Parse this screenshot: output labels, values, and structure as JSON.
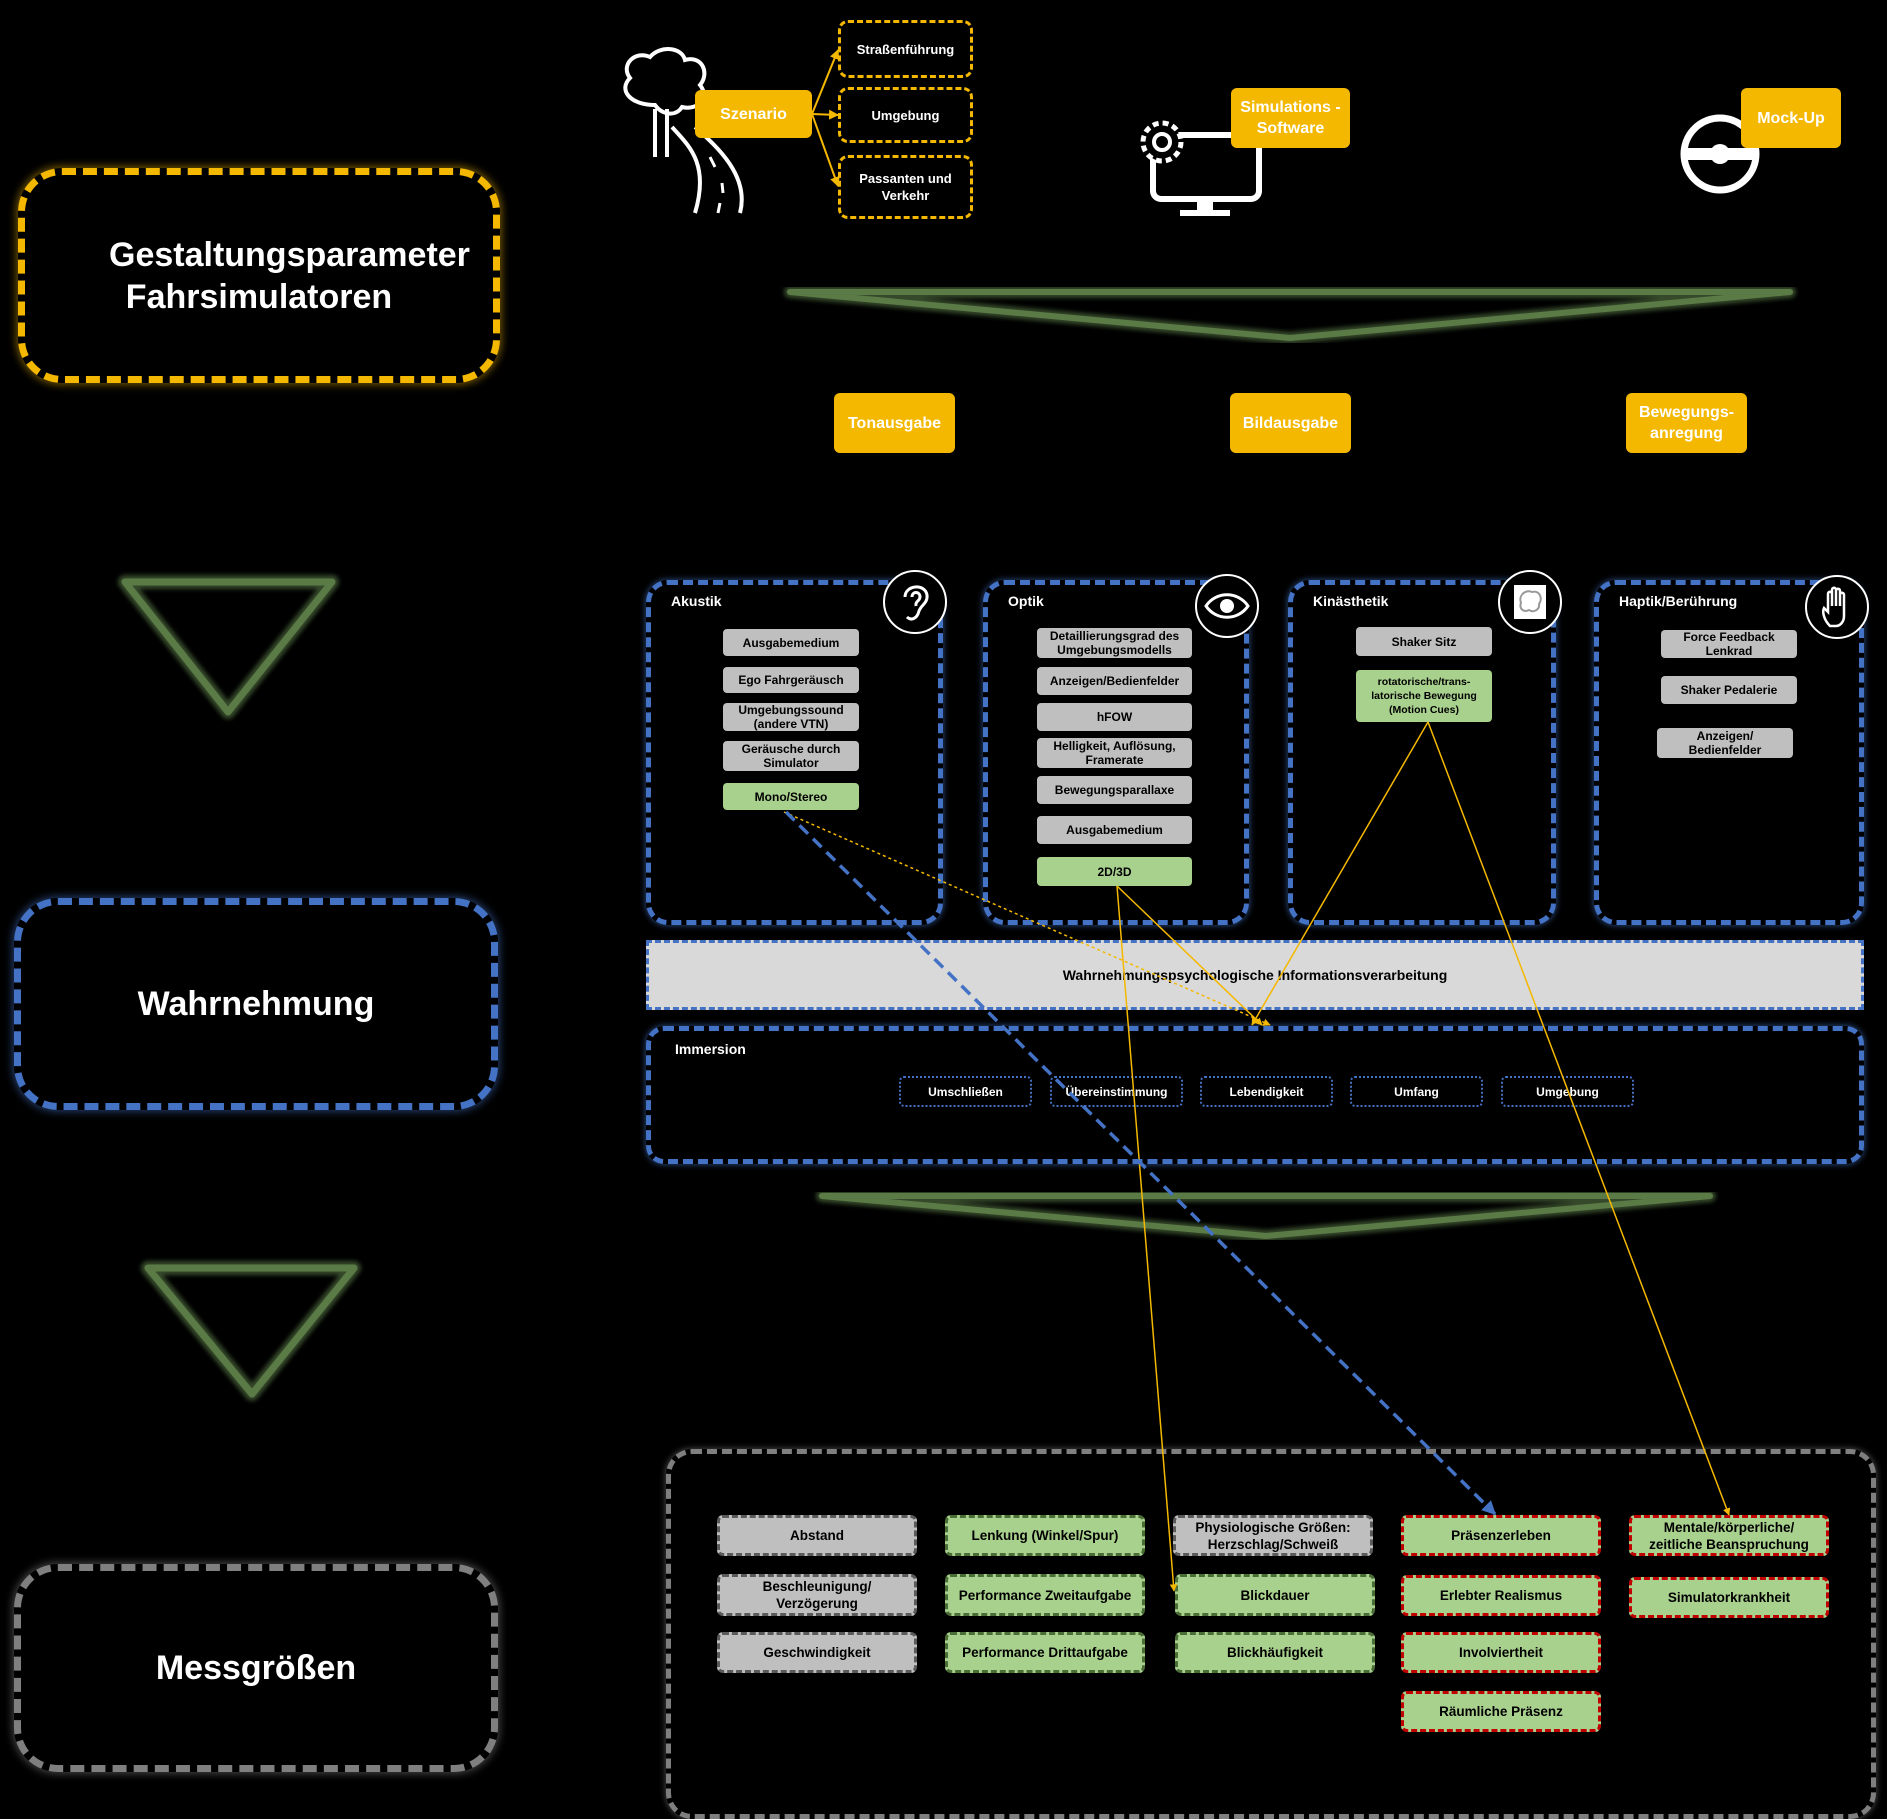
{
  "left_column": {
    "design_params": "Gestaltungsparameter Fahrsimulatoren",
    "perception": "Wahrnehmung",
    "measures": "Messgrößen"
  },
  "top": {
    "scenario": "Szenario",
    "scenario_items": [
      "Straßenführung",
      "Umgebung",
      "Passanten und Verkehr"
    ],
    "software": "Simulations - Software",
    "mockup": "Mock-Up"
  },
  "outputs": [
    "Tonausgabe",
    "Bildausgabe",
    "Bewegungs-anregung"
  ],
  "panels": {
    "akustik": {
      "title": "Akustik",
      "items": [
        "Ausgabemedium",
        "Ego Fahrgeräusch",
        "Umgebungssound (andere VTN)",
        "Geräusche durch Simulator",
        "Mono/Stereo"
      ]
    },
    "optik": {
      "title": "Optik",
      "items": [
        "Detaillierungsgrad des Umgebungsmodells",
        "Anzeigen/Bedienfelder",
        "hFOW",
        "Helligkeit, Auflösung, Framerate",
        "Bewegungsparallaxe",
        "Ausgabemedium",
        "2D/3D"
      ]
    },
    "kinaesthetik": {
      "title": "Kinästhetik",
      "items": [
        "Shaker Sitz",
        "rotatorische/trans-latorische Bewegung (Motion Cues)"
      ]
    },
    "haptik": {
      "title": "Haptik/Berührung",
      "items": [
        "Force Feedback Lenkrad",
        "Shaker Pedalerie",
        "Anzeigen/ Bedienfelder"
      ]
    }
  },
  "processing": "Wahrnehmungspsychologische Informationsverarbeitung",
  "immersion": {
    "title": "Immersion",
    "items": [
      "Umschließen",
      "Übereinstimmung",
      "Lebendigkeit",
      "Umfang",
      "Umgebung"
    ]
  },
  "measures": {
    "col1": [
      "Abstand",
      "Beschleunigung/ Verzögerung",
      "Geschwindigkeit"
    ],
    "col2": [
      "Lenkung (Winkel/Spur)",
      "Performance Zweitaufgabe",
      "Performance Drittaufgabe"
    ],
    "col3": [
      "Physiologische Größen: Herzschlag/Schweiß",
      "Blickdauer",
      "Blickhäufigkeit"
    ],
    "col4": [
      "Präsenzerleben",
      "Erlebter Realismus",
      "Involviertheit",
      "Räumliche Präsenz"
    ],
    "col5": [
      "Mentale/körperliche/ zeitliche Beanspruchung",
      "Simulatorkrankheit"
    ]
  },
  "colors": {
    "yellow": "#f5b800",
    "blue": "#4472c4",
    "gray": "#7f7f7f",
    "green_fill": "#a9d18e",
    "gray_fill": "#bfbfbf",
    "red_dash": "#c00000",
    "arrow_green": "#5a7a46",
    "arrow_orange": "#f5b800"
  },
  "icons": [
    "tree-road-icon",
    "monitor-gear-icon",
    "steering-wheel-icon",
    "ear-icon",
    "eye-icon",
    "brain-icon",
    "hand-icon"
  ]
}
